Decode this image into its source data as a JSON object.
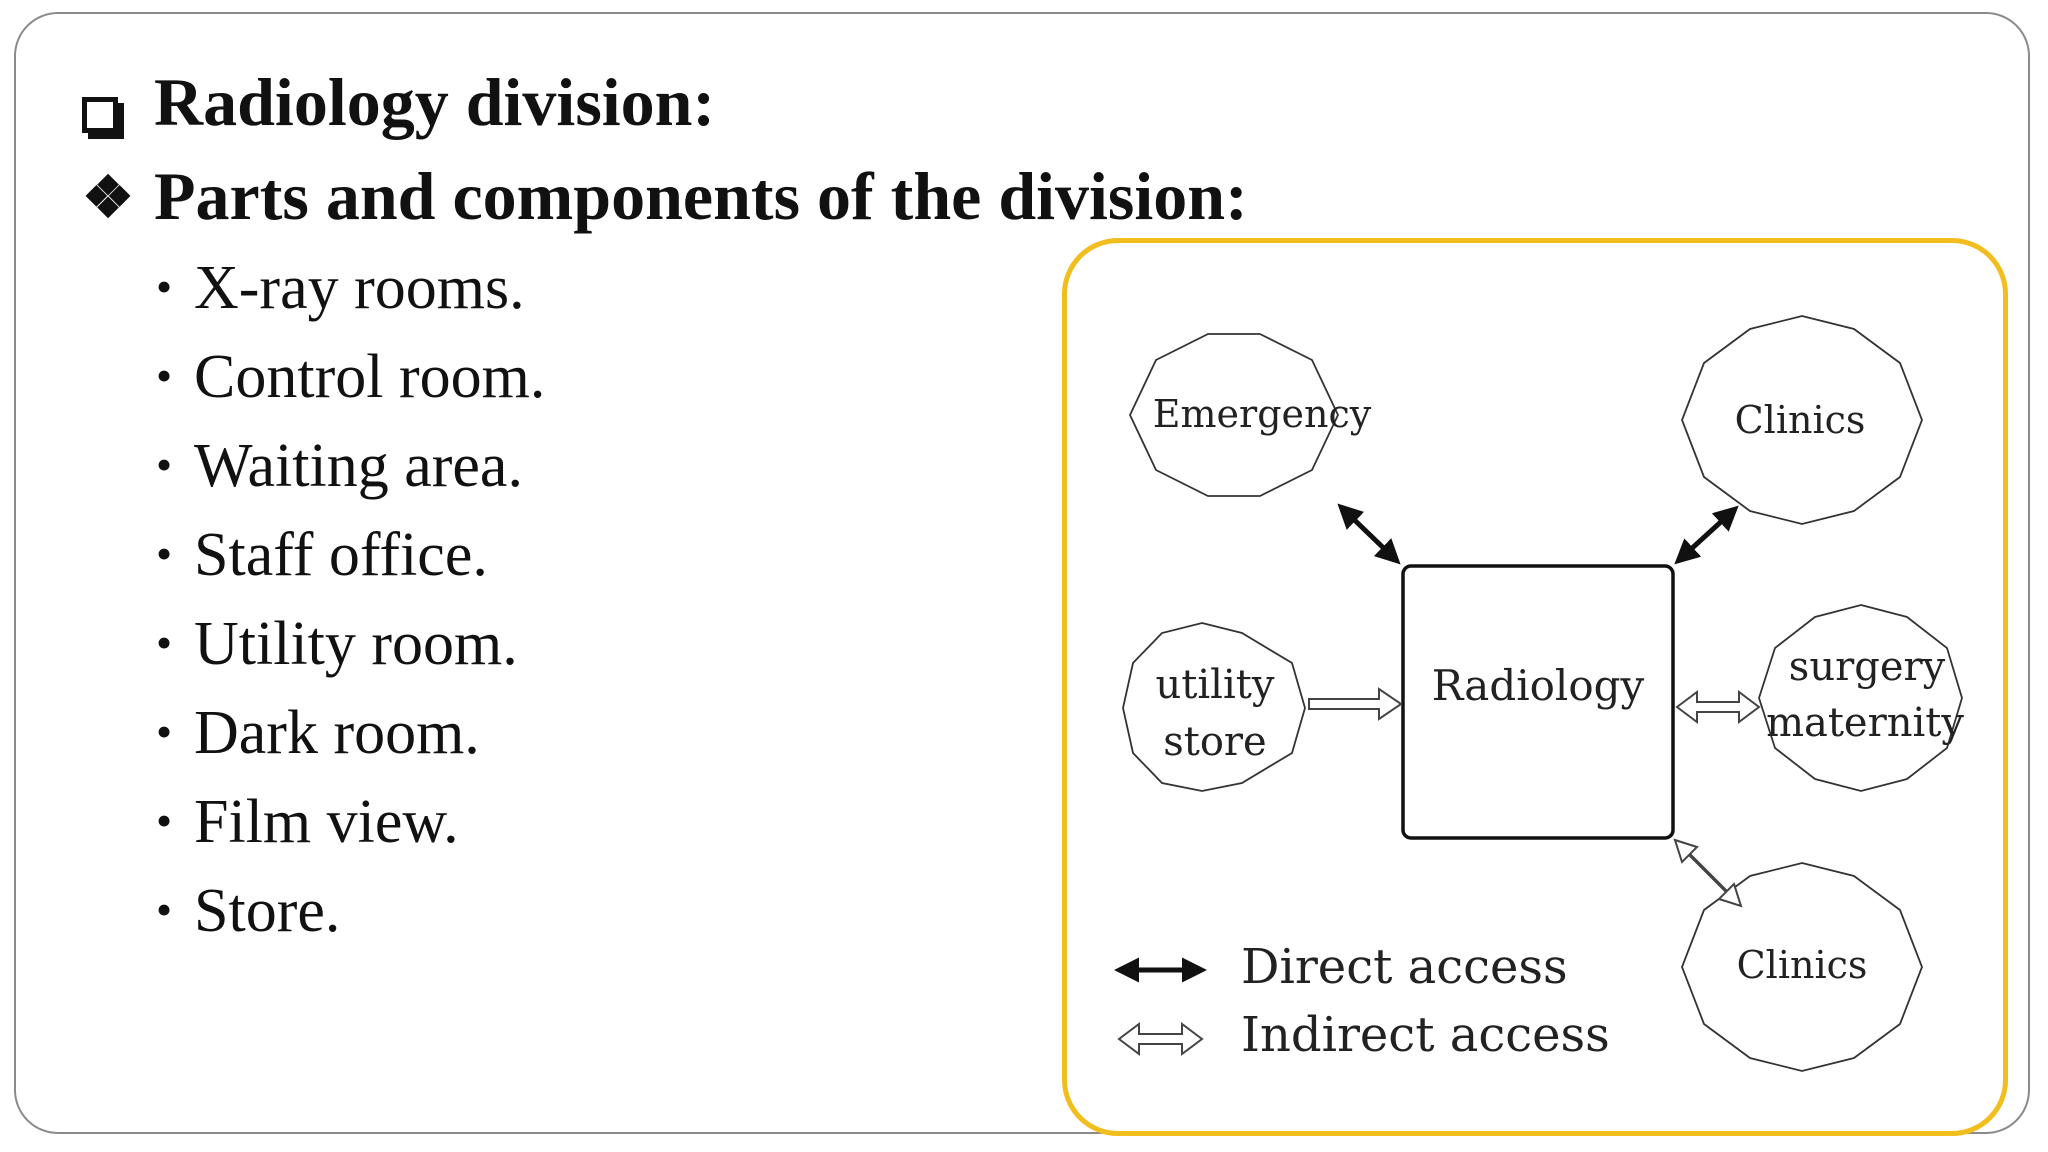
{
  "heading": {
    "title": "Radiology division:",
    "subtitle": "Parts and components of the division:"
  },
  "components": [
    "X-ray rooms.",
    "Control room.",
    "Waiting area.",
    "Staff office.",
    "Utility room.",
    "Dark room.",
    "Film view.",
    "Store."
  ],
  "diagram": {
    "center": "Radiology",
    "emergency": "Emergency",
    "clinics_top": "Clinics",
    "utility_line1": "utility",
    "utility_line2": "store",
    "surgery_line1": "surgery",
    "surgery_line2": "maternity",
    "clinics_bottom": "Clinics",
    "legend_direct": "Direct access",
    "legend_indirect": "Indirect access"
  },
  "colors": {
    "frame_border": "#8a8a8a",
    "figure_border": "#f2bd1e",
    "text": "#111111"
  },
  "icons": {
    "title_marker": "checkbox-icon",
    "subtitle_marker": "diamond-icon"
  }
}
